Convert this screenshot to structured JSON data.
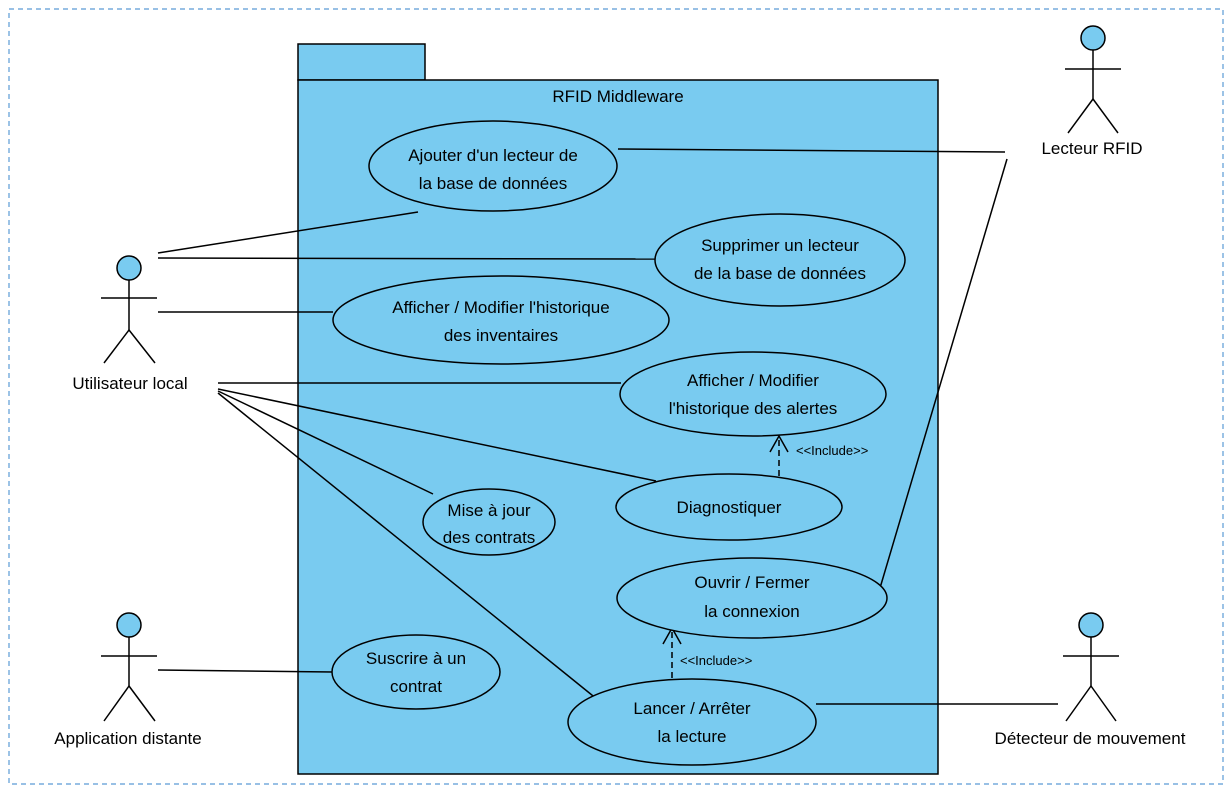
{
  "colors": {
    "fill": "#79cbf0",
    "stroke": "#000000",
    "frame": "#5b9bd5"
  },
  "package": {
    "title": "RFID Middleware"
  },
  "actors": {
    "utilisateur": "Utilisateur local",
    "lecteur": "Lecteur RFID",
    "application": "Application distante",
    "detecteur": "Détecteur de mouvement"
  },
  "usecases": {
    "ajouter": [
      "Ajouter d'un lecteur de",
      "la base de données"
    ],
    "supprimer": [
      "Supprimer un lecteur",
      "de la base de données"
    ],
    "inventaires": [
      "Afficher / Modifier l'historique",
      "des inventaires"
    ],
    "alertes": [
      "Afficher / Modifier",
      "l'historique des alertes"
    ],
    "diagnostiquer": [
      "Diagnostiquer"
    ],
    "contrats": [
      "Mise à jour",
      "des contrats"
    ],
    "connexion": [
      "Ouvrir / Fermer",
      "la connexion"
    ],
    "suscrire": [
      "Suscrire à un",
      "contrat"
    ],
    "lecture": [
      "Lancer / Arrêter",
      "la lecture"
    ]
  },
  "relations": {
    "include_alertes": "<<Include>>",
    "include_connexion": "<<Include>>"
  }
}
